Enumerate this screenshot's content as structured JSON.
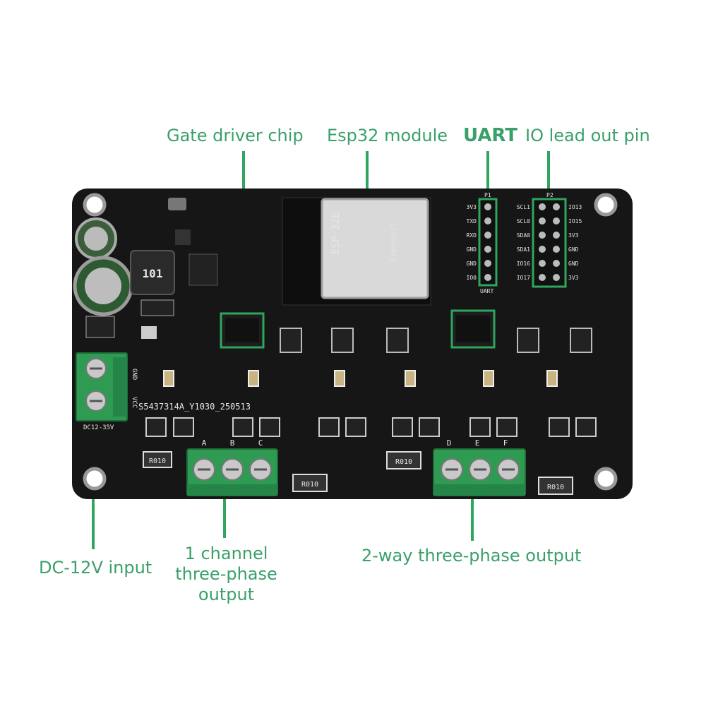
{
  "labels": {
    "gate_driver": "Gate driver chip",
    "esp32": "Esp32 module",
    "uart": "UART",
    "io_lead": "IO lead out pin",
    "dc_input": "DC-12V input",
    "one_channel_l1": "1 channel",
    "one_channel_l2": "three-phase",
    "one_channel_l3": "output",
    "two_way": "2-way three-phase output"
  },
  "board": {
    "part_number": "S5437314A_Y1030_250513",
    "dc_range": "DC12-35V",
    "gnd": "GND",
    "vcc": "VCC",
    "inductor": "101",
    "module_name": "ESP-32E",
    "module_brand": "Espressif",
    "phase_left": [
      "A",
      "B",
      "C"
    ],
    "phase_right": [
      "D",
      "E",
      "F"
    ],
    "uart_pins": [
      "3V3",
      "TXD",
      "RXD",
      "GND",
      "GND",
      "IO0"
    ],
    "uart_header": "P1",
    "uart_silk": "UART",
    "io_header": "P2",
    "io_left_pins": [
      "SCL1",
      "SCL0",
      "SDA0",
      "SDA1",
      "IO16",
      "IO17"
    ],
    "io_right_pins": [
      "IO13",
      "IO15",
      "3V3",
      "GND",
      "GND",
      "3V3"
    ],
    "shunt": "R010",
    "colors": {
      "pcb": "#161616",
      "terminal": "#2e9a52",
      "leader": "#2fa560",
      "label": "#3aa06a"
    }
  }
}
